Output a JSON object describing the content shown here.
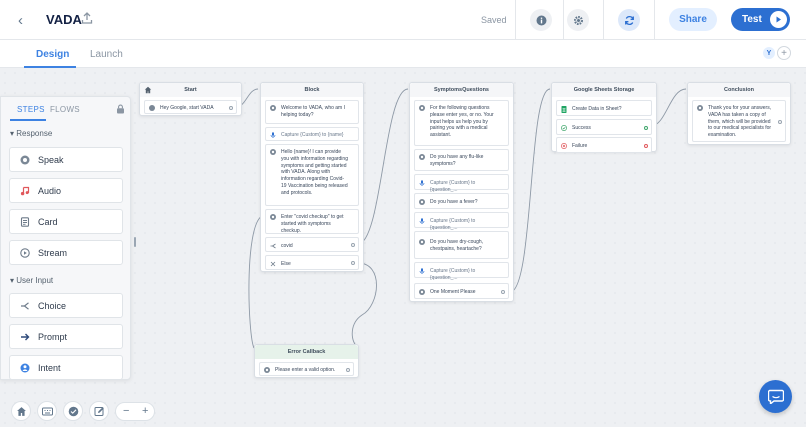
{
  "header": {
    "title": "VADA",
    "saved_status": "Saved",
    "share_label": "Share",
    "test_label": "Test"
  },
  "tabs": [
    {
      "label": "Design",
      "active": true
    },
    {
      "label": "Launch",
      "active": false
    }
  ],
  "collaborator_initial": "Y",
  "sidebar": {
    "tabs": [
      {
        "label": "STEPS",
        "active": true
      },
      {
        "label": "FLOWS",
        "active": false
      }
    ],
    "sections": [
      {
        "title": "Response",
        "items": [
          {
            "label": "Speak",
            "icon": "speak-icon"
          },
          {
            "label": "Audio",
            "icon": "audio-icon"
          },
          {
            "label": "Card",
            "icon": "card-icon"
          },
          {
            "label": "Stream",
            "icon": "stream-icon"
          }
        ]
      },
      {
        "title": "User Input",
        "items": [
          {
            "label": "Choice",
            "icon": "choice-icon"
          },
          {
            "label": "Prompt",
            "icon": "prompt-icon"
          },
          {
            "label": "Intent",
            "icon": "intent-icon"
          }
        ]
      }
    ]
  },
  "nodes": {
    "start": {
      "title": "Start",
      "steps": [
        "Hey Google, start VADA"
      ]
    },
    "block": {
      "title": "Block",
      "steps": [
        "Welcome to VADA, who am I helping today?",
        "Capture {Custom} to {name}",
        "Hello {name}! I can provide you with information regarding symptoms and getting started with VADA. Along with information regarding Covid-19 Vaccination being released and protocols.",
        "Enter \"covid checkup\" to get started with symptoms checkup.",
        "covid",
        "Else"
      ]
    },
    "symptoms": {
      "title": "SymptomsQuestions",
      "steps": [
        "For the following questions please enter yes, or no. Your input helps us help you by pairing you with a medical assistant.",
        "Do you have any flu-like symptoms?",
        "Capture {Custom} to {question_...",
        "Do you have a fever?",
        "Capture {Custom} to {question_...",
        "Do you have dry-cough, chestpains, heartache?",
        "Capture {Custom} to {question_...",
        "One Moment Please"
      ]
    },
    "sheets": {
      "title": "Google Sheets Storage",
      "steps": [
        "Create Data in Sheet?",
        "Success",
        "Failure"
      ]
    },
    "conclusion": {
      "title": "Conclusion",
      "steps": [
        "Thank you for your answers, VADA has taken a copy of them, which will be provided to our medical specialists for examination."
      ]
    },
    "error": {
      "title": "Error Callback",
      "steps": [
        "Please enter a valid option."
      ]
    }
  },
  "colors": {
    "accent": "#2c6fd1",
    "success": "#3fa66b",
    "failure": "#e0575b",
    "sheets_green": "#1fa463",
    "error_header": "#e6f2ea",
    "audio_red": "#e0575b"
  }
}
